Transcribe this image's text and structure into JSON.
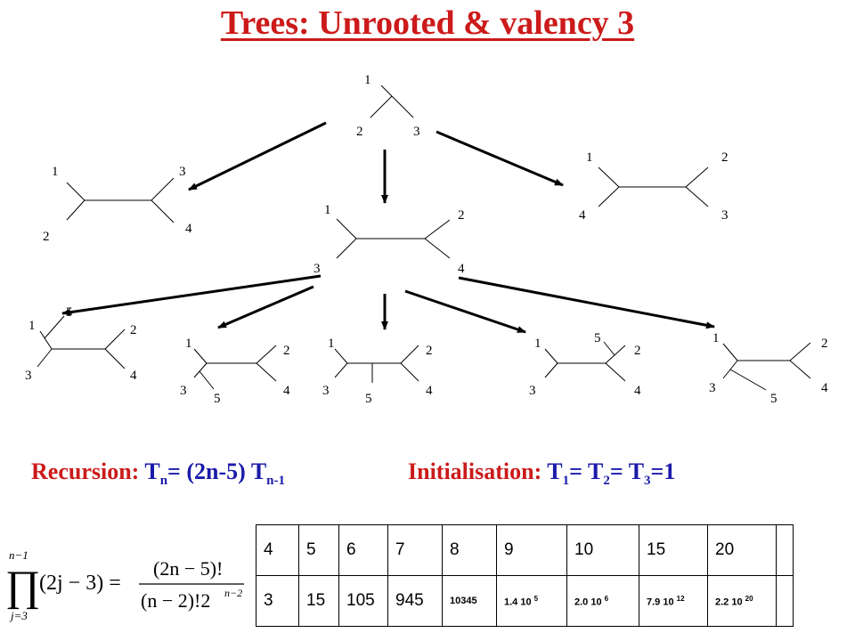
{
  "title": "Trees: Unrooted  & valency 3",
  "trees": {
    "root": {
      "top": "1",
      "left": "2",
      "right": "3"
    },
    "t4a": {
      "a": "1",
      "b": "3",
      "c": "2",
      "d": "4"
    },
    "t4b": {
      "a": "1",
      "b": "2",
      "c": "3",
      "d": "4"
    },
    "t4c": {
      "a": "1",
      "b": "2",
      "c": "4",
      "d": "3"
    },
    "t5": [
      {
        "new": "5",
        "a": "1",
        "b": "2",
        "c": "3",
        "d": "4"
      },
      {
        "a": "1",
        "b": "2",
        "c": "3",
        "d": "4",
        "new": "5"
      },
      {
        "a": "1",
        "b": "2",
        "c": "3",
        "d": "4",
        "new": "5"
      },
      {
        "new": "5",
        "a": "1",
        "b": "2",
        "c": "3",
        "d": "4"
      },
      {
        "a": "1",
        "b": "2",
        "c": "3",
        "d": "4",
        "new": "5"
      }
    ]
  },
  "recursion": {
    "label": "Recursion: ",
    "lhs": "T",
    "lhs_sub": "n",
    "mid": "= (2n-5) T",
    "rhs_sub": "n-1"
  },
  "initialisation": {
    "label": "Initialisation: ",
    "t": "T",
    "s1": "1",
    "s2": "2",
    "s3": "3",
    "eq": "= ",
    "val": "=1"
  },
  "formula": {
    "prod_top": "n−1",
    "prod_bottom": "j=3",
    "term": "(2j − 3) =",
    "num": "(2n − 5)!",
    "den": "(n − 2)!2",
    "den_exp": "n−2"
  },
  "table": {
    "n": [
      "4",
      "5",
      "6",
      "7",
      "8",
      "9",
      "10",
      "15",
      "20",
      ""
    ],
    "counts": [
      {
        "text": "3"
      },
      {
        "text": "15"
      },
      {
        "text": "105"
      },
      {
        "text": "945"
      },
      {
        "text": "10345",
        "small": true
      },
      {
        "text": "1.4 10",
        "exp": "5",
        "small": true
      },
      {
        "text": "2.0 10",
        "exp": "6",
        "small": true
      },
      {
        "text": "7.9 10",
        "exp": "12",
        "small": true
      },
      {
        "text": "2.2 10",
        "exp": "20",
        "small": true
      },
      {
        "text": ""
      }
    ]
  }
}
